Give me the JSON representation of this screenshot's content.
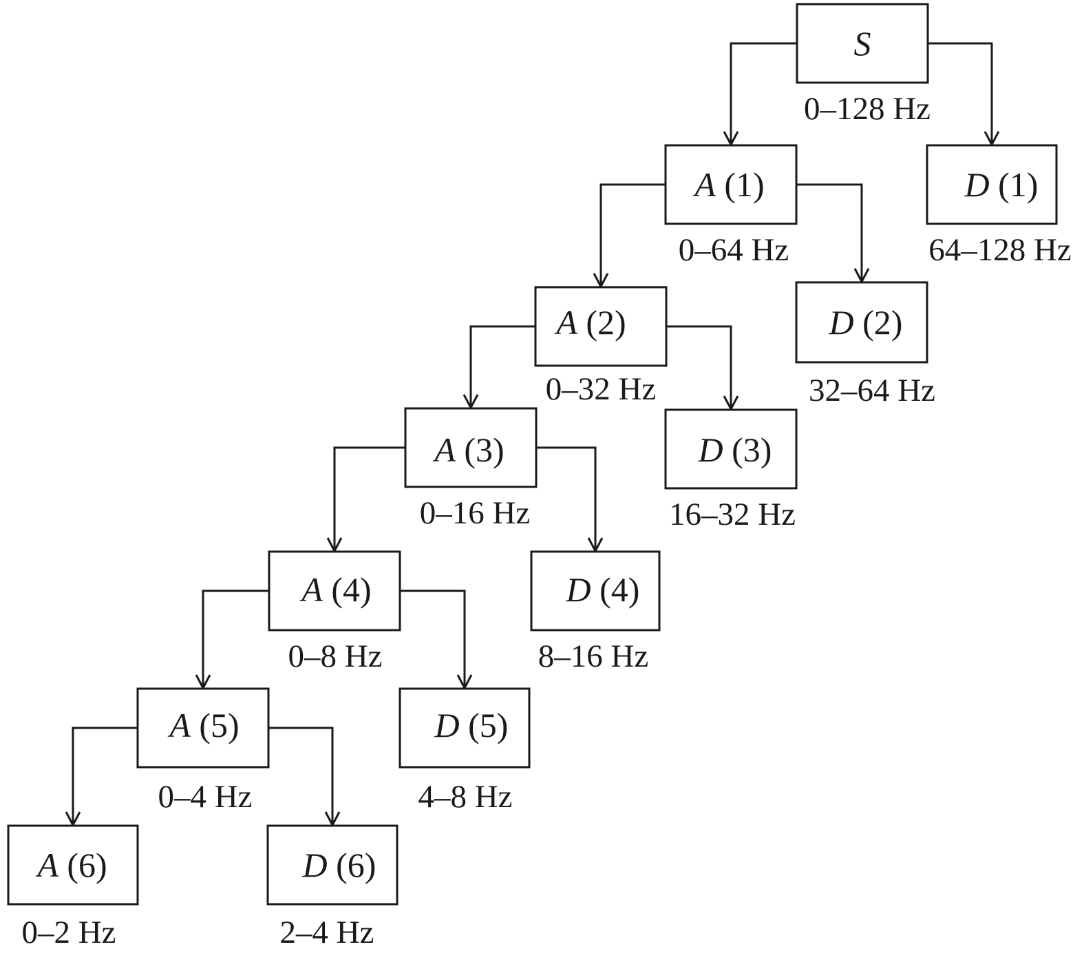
{
  "nodes": {
    "S": {
      "symbol": "S",
      "index": "",
      "band": "0–128 Hz"
    },
    "A1": {
      "symbol": "A",
      "index": " (1)",
      "band": "0–64 Hz"
    },
    "D1": {
      "symbol": "D",
      "index": " (1)",
      "band": "64–128 Hz"
    },
    "A2": {
      "symbol": "A",
      "index": " (2)",
      "band": "0–32 Hz"
    },
    "D2": {
      "symbol": "D",
      "index": " (2)",
      "band": "32–64 Hz"
    },
    "A3": {
      "symbol": "A",
      "index": " (3)",
      "band": "0–16 Hz"
    },
    "D3": {
      "symbol": "D",
      "index": " (3)",
      "band": "16–32 Hz"
    },
    "A4": {
      "symbol": "A",
      "index": " (4)",
      "band": "0–8 Hz"
    },
    "D4": {
      "symbol": "D",
      "index": " (4)",
      "band": "8–16 Hz"
    },
    "A5": {
      "symbol": "A",
      "index": " (5)",
      "band": "0–4 Hz"
    },
    "D5": {
      "symbol": "D",
      "index": " (5)",
      "band": "4–8 Hz"
    },
    "A6": {
      "symbol": "A",
      "index": " (6)",
      "band": "0–2 Hz"
    },
    "D6": {
      "symbol": "D",
      "index": " (6)",
      "band": "2–4 Hz"
    }
  },
  "edges": [
    [
      "S",
      "A1"
    ],
    [
      "S",
      "D1"
    ],
    [
      "A1",
      "A2"
    ],
    [
      "A1",
      "D2"
    ],
    [
      "A2",
      "A3"
    ],
    [
      "A2",
      "D3"
    ],
    [
      "A3",
      "A4"
    ],
    [
      "A3",
      "D4"
    ],
    [
      "A4",
      "A5"
    ],
    [
      "A4",
      "D5"
    ],
    [
      "A5",
      "A6"
    ],
    [
      "A5",
      "D6"
    ]
  ]
}
